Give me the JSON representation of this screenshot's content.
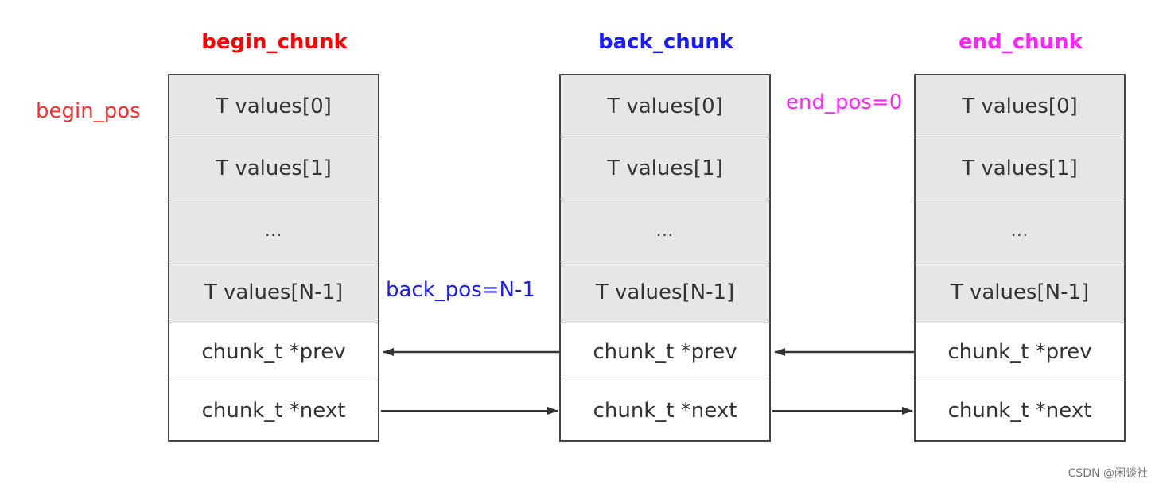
{
  "colors": {
    "begin": "#ff0000",
    "back": "#1a1aff",
    "end": "#ff22ff",
    "border": "#444444",
    "value_fill": "#e6e6e6",
    "pointer_fill": "#ffffff",
    "arrow": "#333333"
  },
  "chunks": {
    "begin": {
      "title": "begin_chunk",
      "cells": [
        "T values[0]",
        "T values[1]",
        "...",
        "T values[N-1]",
        "chunk_t *prev",
        "chunk_t *next"
      ]
    },
    "back": {
      "title": "back_chunk",
      "cells": [
        "T values[0]",
        "T values[1]",
        "...",
        "T values[N-1]",
        "chunk_t *prev",
        "chunk_t *next"
      ]
    },
    "end": {
      "title": "end_chunk",
      "cells": [
        "T values[0]",
        "T values[1]",
        "...",
        "T values[N-1]",
        "chunk_t *prev",
        "chunk_t *next"
      ]
    }
  },
  "labels": {
    "begin_pos": "begin_pos",
    "back_pos": "back_pos=N-1",
    "end_pos": "end_pos=0"
  },
  "watermark": "CSDN @闲谈社"
}
